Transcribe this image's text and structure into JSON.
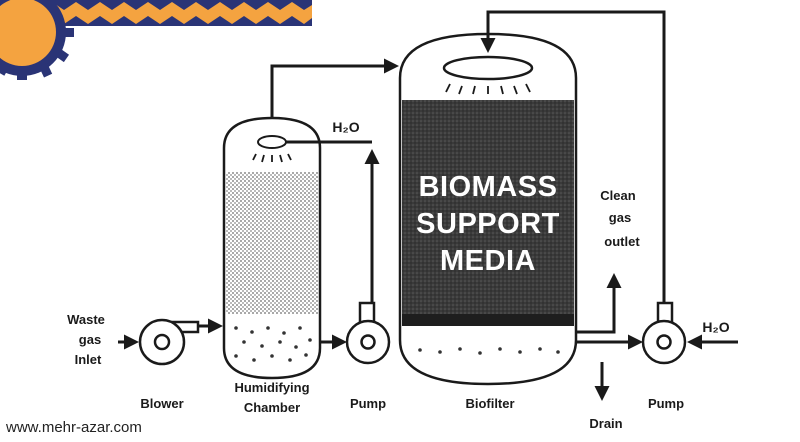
{
  "colors": {
    "accent_orange": "#f4a340",
    "accent_navy": "#2a3476",
    "ink": "#1a1a1a",
    "media_dark": "#3a3a3a"
  },
  "decor": {
    "corner_badge_icon": "gear-wave-icon"
  },
  "labels": {
    "waste_line1": "Waste",
    "waste_line2": "gas",
    "waste_line3": "Inlet",
    "blower": "Blower",
    "humidifying_line1": "Humidifying",
    "humidifying_line2": "Chamber",
    "pump_left": "Pump",
    "h2o_left": "H₂O",
    "media_line1": "BIOMASS",
    "media_line2": "SUPPORT",
    "media_line3": "MEDIA",
    "biofilter": "Biofilter",
    "clean_line1": "Clean",
    "clean_line2": "gas",
    "clean_line3": "outlet",
    "drain": "Drain",
    "pump_right": "Pump",
    "h2o_right": "H₂O"
  },
  "watermark": {
    "text": "www.mehr-azar.com"
  }
}
